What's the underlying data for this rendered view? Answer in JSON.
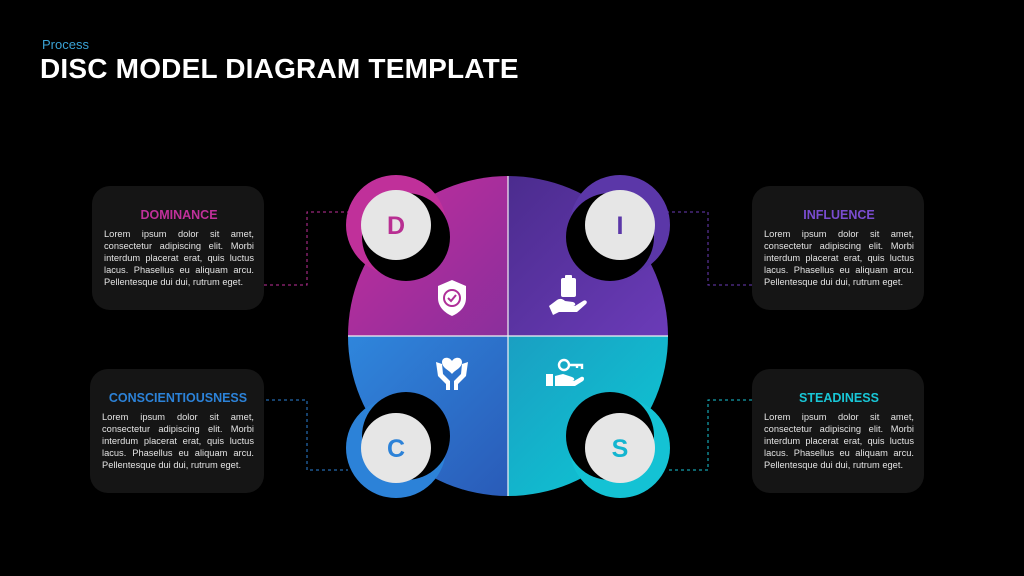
{
  "header": {
    "subtitle": "Process",
    "title": "DISC MODEL DIAGRAM TEMPLATE"
  },
  "colors": {
    "dominance": "#c0309a",
    "influence": "#5a34a8",
    "conscientiousness": "#2c82d8",
    "steadiness": "#0fbcd0",
    "background": "#000000",
    "card": "#151515"
  },
  "quadrants": [
    {
      "id": "dominance",
      "letter": "D",
      "icon": "shield-check-icon"
    },
    {
      "id": "influence",
      "letter": "I",
      "icon": "hand-clipboard-icon"
    },
    {
      "id": "conscientiousness",
      "letter": "C",
      "icon": "heart-hands-icon"
    },
    {
      "id": "steadiness",
      "letter": "S",
      "icon": "hand-key-icon"
    }
  ],
  "cards": {
    "dominance": {
      "heading": "DOMINANCE",
      "body": "Lorem ipsum dolor sit amet, consectetur adipiscing elit. Morbi interdum placerat erat, quis luctus lacus. Phasellus eu aliquam arcu. Pellentesque dui dui, rutrum eget."
    },
    "influence": {
      "heading": "INFLUENCE",
      "body": "Lorem ipsum dolor sit amet, consectetur adipiscing elit. Morbi interdum placerat erat, quis luctus lacus. Phasellus eu aliquam arcu. Pellentesque dui dui, rutrum eget."
    },
    "conscientiousness": {
      "heading": "CONSCIENTIOUSNESS",
      "body": "Lorem ipsum dolor sit amet, consectetur adipiscing elit. Morbi interdum placerat erat, quis luctus lacus. Phasellus eu aliquam arcu. Pellentesque dui dui, rutrum eget."
    },
    "steadiness": {
      "heading": "STEADINESS",
      "body": "Lorem ipsum dolor sit amet, consectetur adipiscing elit. Morbi interdum placerat erat, quis luctus lacus. Phasellus eu aliquam arcu. Pellentesque dui dui, rutrum eget."
    }
  }
}
